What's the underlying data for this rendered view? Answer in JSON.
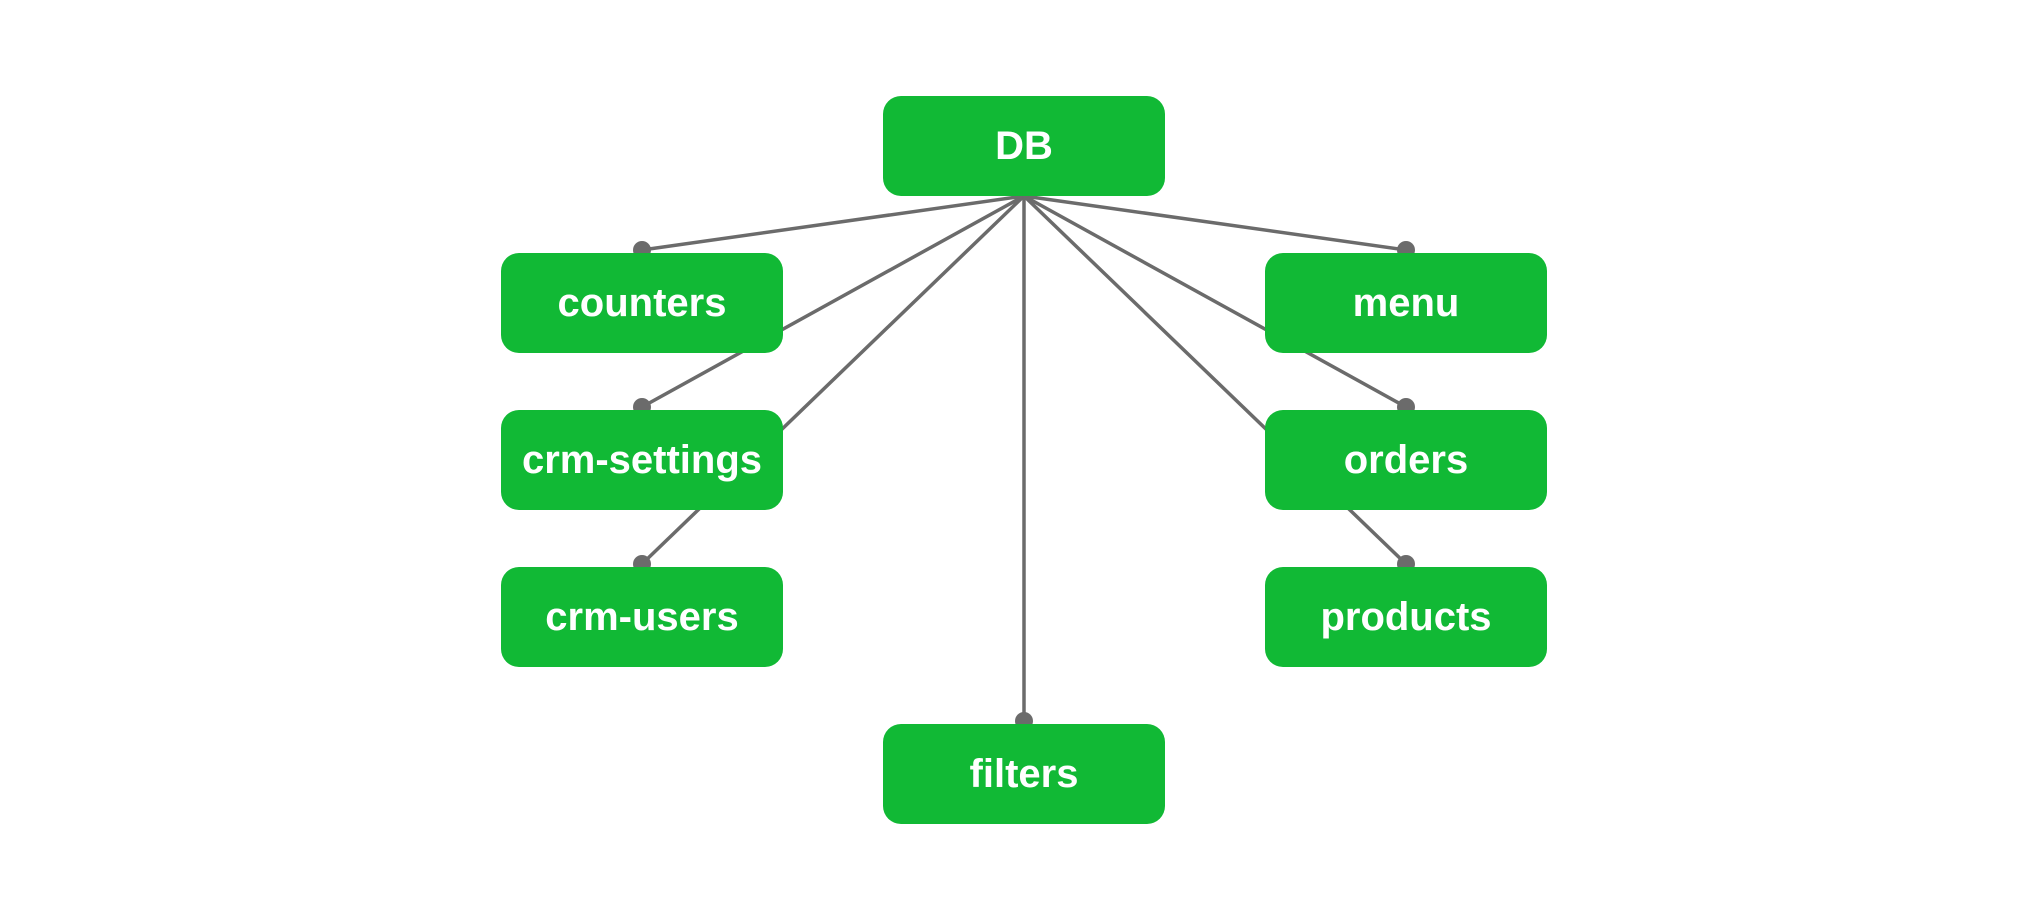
{
  "diagram": {
    "nodes": {
      "db": "DB",
      "counters": "counters",
      "crm_settings": "crm-settings",
      "crm_users": "crm-users",
      "filters": "filters",
      "menu": "menu",
      "orders": "orders",
      "products": "products"
    },
    "edges": [
      {
        "from": "DB",
        "to": "counters"
      },
      {
        "from": "DB",
        "to": "crm-settings"
      },
      {
        "from": "DB",
        "to": "crm-users"
      },
      {
        "from": "DB",
        "to": "filters"
      },
      {
        "from": "DB",
        "to": "menu"
      },
      {
        "from": "DB",
        "to": "orders"
      },
      {
        "from": "DB",
        "to": "products"
      }
    ],
    "colors": {
      "node_fill": "#11b935",
      "node_text": "#ffffff",
      "edge": "#6b6b6b"
    }
  }
}
